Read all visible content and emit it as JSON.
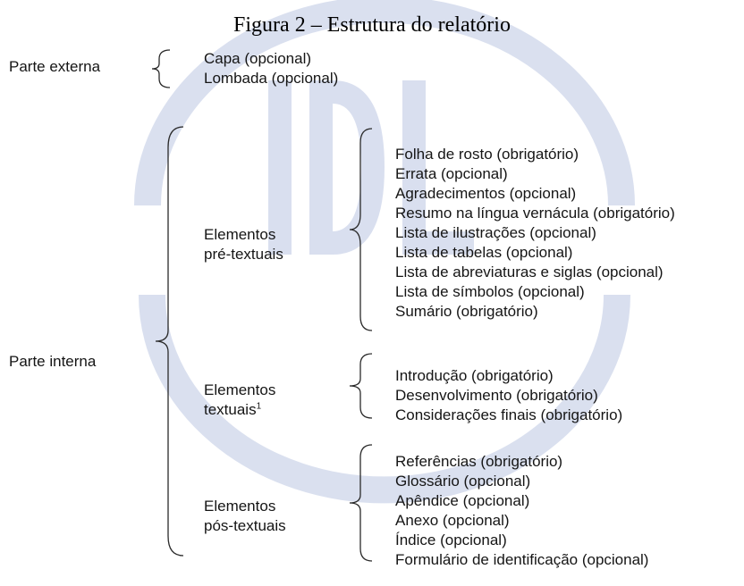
{
  "figure": {
    "title": "Figura 2 – Estrutura do relatório"
  },
  "external": {
    "label": "Parte externa",
    "items": [
      "Capa (opcional)",
      "Lombada (opcional)"
    ]
  },
  "internal": {
    "label": "Parte interna",
    "groups": [
      {
        "label_line1": "Elementos",
        "label_line2": "pré-textuais",
        "items": [
          "Folha de rosto (obrigatório)",
          "Errata (opcional)",
          "Agradecimentos (opcional)",
          "Resumo na língua vernácula (obrigatório)",
          "Lista de ilustrações (opcional)",
          "Lista de tabelas (opcional)",
          "Lista de abreviaturas e siglas (opcional)",
          "Lista de símbolos (opcional)",
          "Sumário (obrigatório)"
        ]
      },
      {
        "label_line1": "Elementos",
        "label_line2": "textuais",
        "label_sup": "1",
        "items": [
          "Introdução (obrigatório)",
          "Desenvolvimento (obrigatório)",
          "Considerações finais (obrigatório)"
        ]
      },
      {
        "label_line1": "Elementos",
        "label_line2": "pós-textuais",
        "items": [
          "Referências (obrigatório)",
          "Glossário (opcional)",
          "Apêndice (opcional)",
          "Anexo (opcional)",
          "Índice (opcional)",
          "Formulário de identificação (opcional)"
        ]
      }
    ]
  },
  "colors": {
    "watermark": "#cdd5ea",
    "text": "#151515",
    "brace": "#2a2a2a"
  }
}
